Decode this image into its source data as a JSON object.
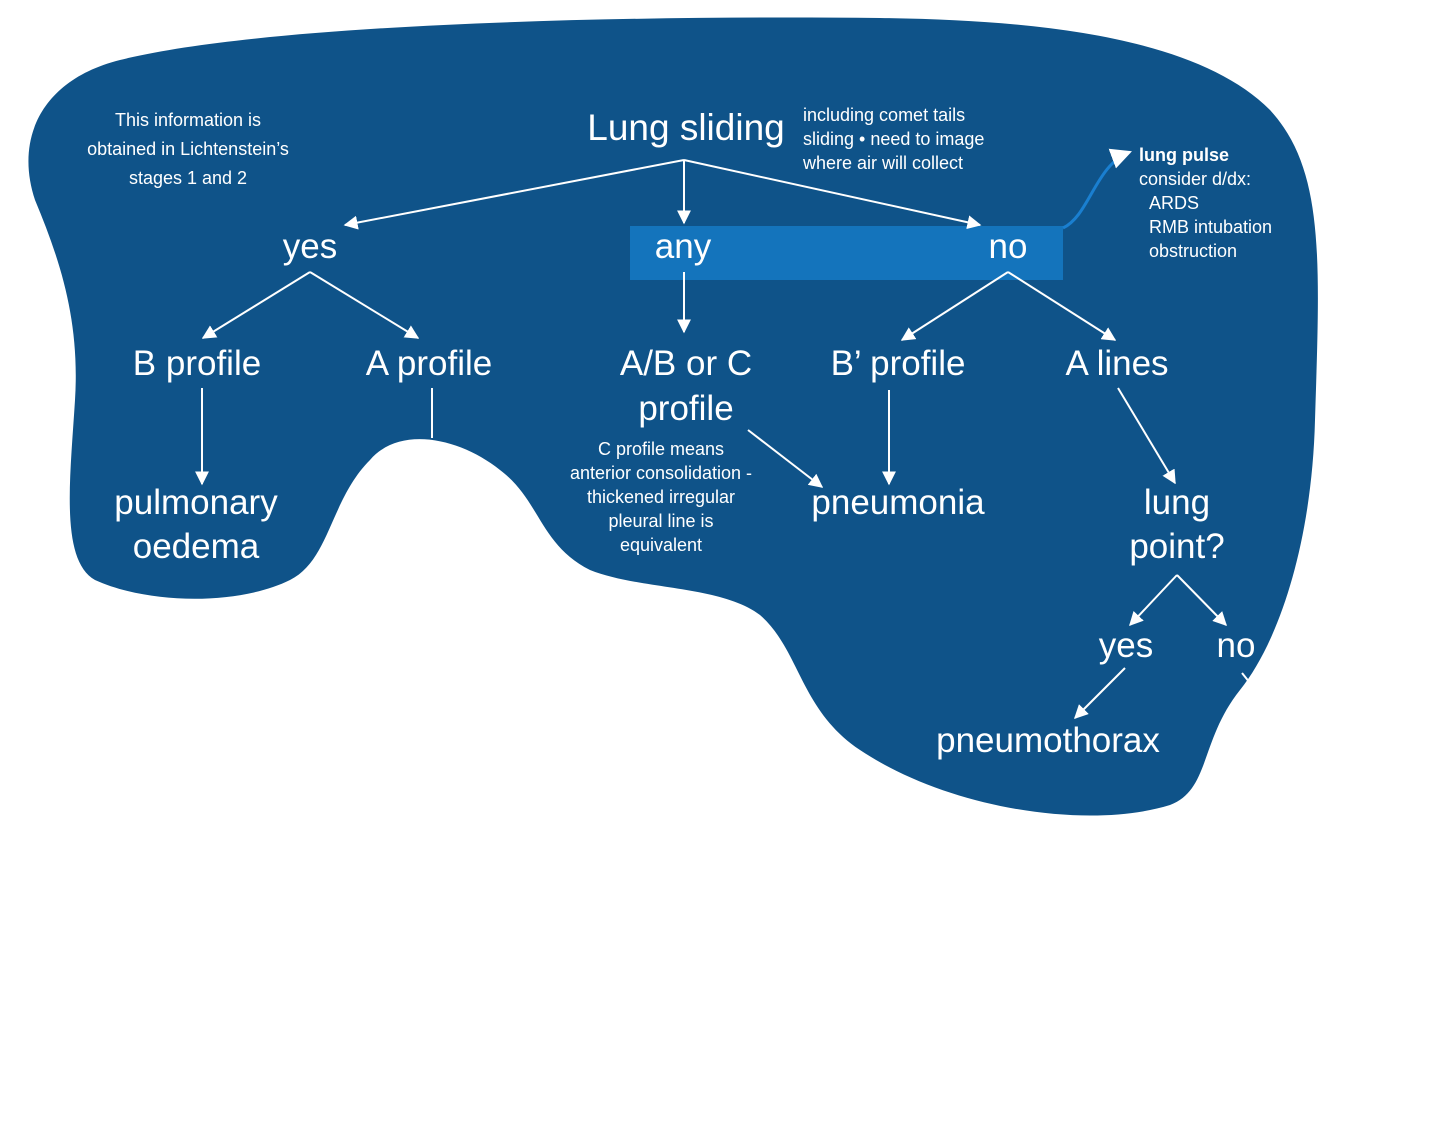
{
  "colors": {
    "background_shape": "#0f5389",
    "highlight_bar": "#1474bc",
    "text": "#ffffff",
    "lines": "#ffffff"
  },
  "notes": {
    "info_lines": [
      "This information is",
      "obtained in Lichtenstein’s",
      "stages 1 and 2"
    ],
    "sliding_lines": [
      "including comet tails",
      "sliding • need to image",
      "where air will collect"
    ],
    "lung_pulse_title": "lung pulse",
    "lung_pulse_lines": [
      "consider d/dx:",
      "ARDS",
      "RMB intubation",
      "obstruction"
    ],
    "c_profile_lines": [
      "C profile means",
      "anterior consolidation -",
      "thickened irregular",
      "pleural line is",
      "equivalent"
    ]
  },
  "nodes": {
    "root": "Lung sliding",
    "yes": "yes",
    "any": "any",
    "no": "no",
    "b_profile": "B profile",
    "a_profile": "A profile",
    "abc_profile_lines": [
      "A/B or C",
      "profile"
    ],
    "b_prime_profile": "B’ profile",
    "a_lines": "A lines",
    "pulmonary_oedema_lines": [
      "pulmonary",
      "oedema"
    ],
    "pneumonia": "pneumonia",
    "lung_point_lines": [
      "lung",
      "point?"
    ],
    "lp_yes": "yes",
    "lp_no": "no",
    "pneumothorax": "pneumothorax"
  }
}
